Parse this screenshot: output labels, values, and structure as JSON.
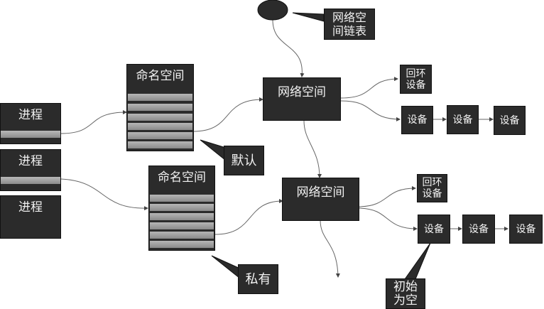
{
  "processes": [
    {
      "label": "进程"
    },
    {
      "label": "进程"
    },
    {
      "label": "进程"
    }
  ],
  "namespaces": [
    {
      "label": "命名空间",
      "callout": "默认"
    },
    {
      "label": "命名空间",
      "callout": "私有"
    }
  ],
  "net_namespace_list": {
    "callout_line1": "网络空",
    "callout_line2": "间链表"
  },
  "net_namespaces": [
    {
      "label": "网络空间",
      "loopback": {
        "line1": "回环",
        "line2": "设备"
      },
      "devices": [
        "设备",
        "设备",
        "设备"
      ]
    },
    {
      "label": "网络空间",
      "loopback": {
        "line1": "回环",
        "line2": "设备"
      },
      "devices": [
        "设备",
        "设备",
        "设备"
      ],
      "device_callout": {
        "line1": "初始",
        "line2": "为空"
      }
    }
  ],
  "colors": {
    "box": "#2b2b2b",
    "stripe": "#a0a0a0",
    "line": "#555555"
  }
}
